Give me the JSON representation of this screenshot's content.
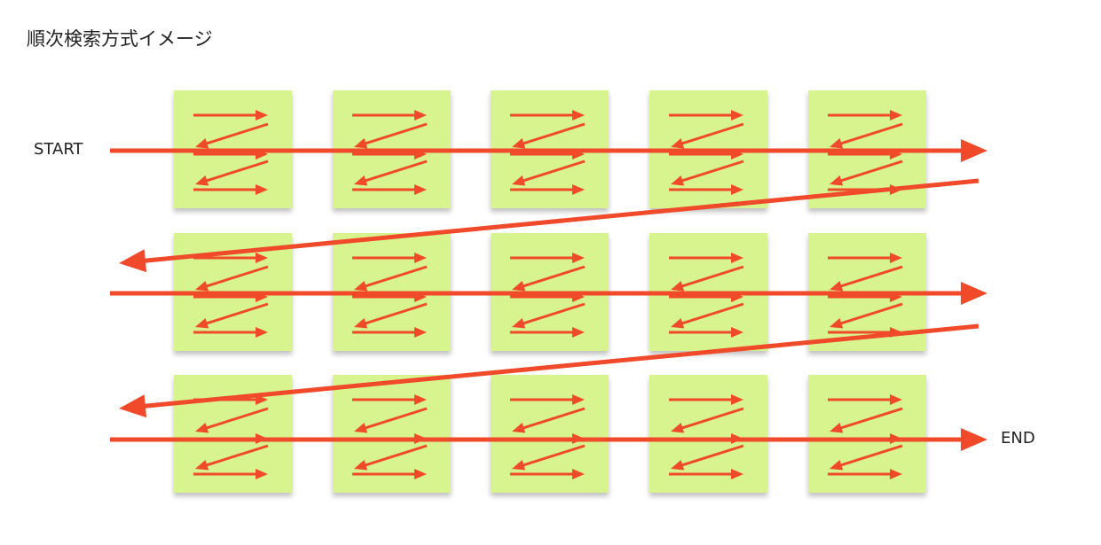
{
  "title": "順次検索方式イメージ",
  "labels": {
    "start": "START",
    "end": "END"
  },
  "diagram": {
    "rows": 3,
    "columns": 5,
    "note_color": "#d8f48e",
    "arrow_color": "#f04a2a"
  }
}
